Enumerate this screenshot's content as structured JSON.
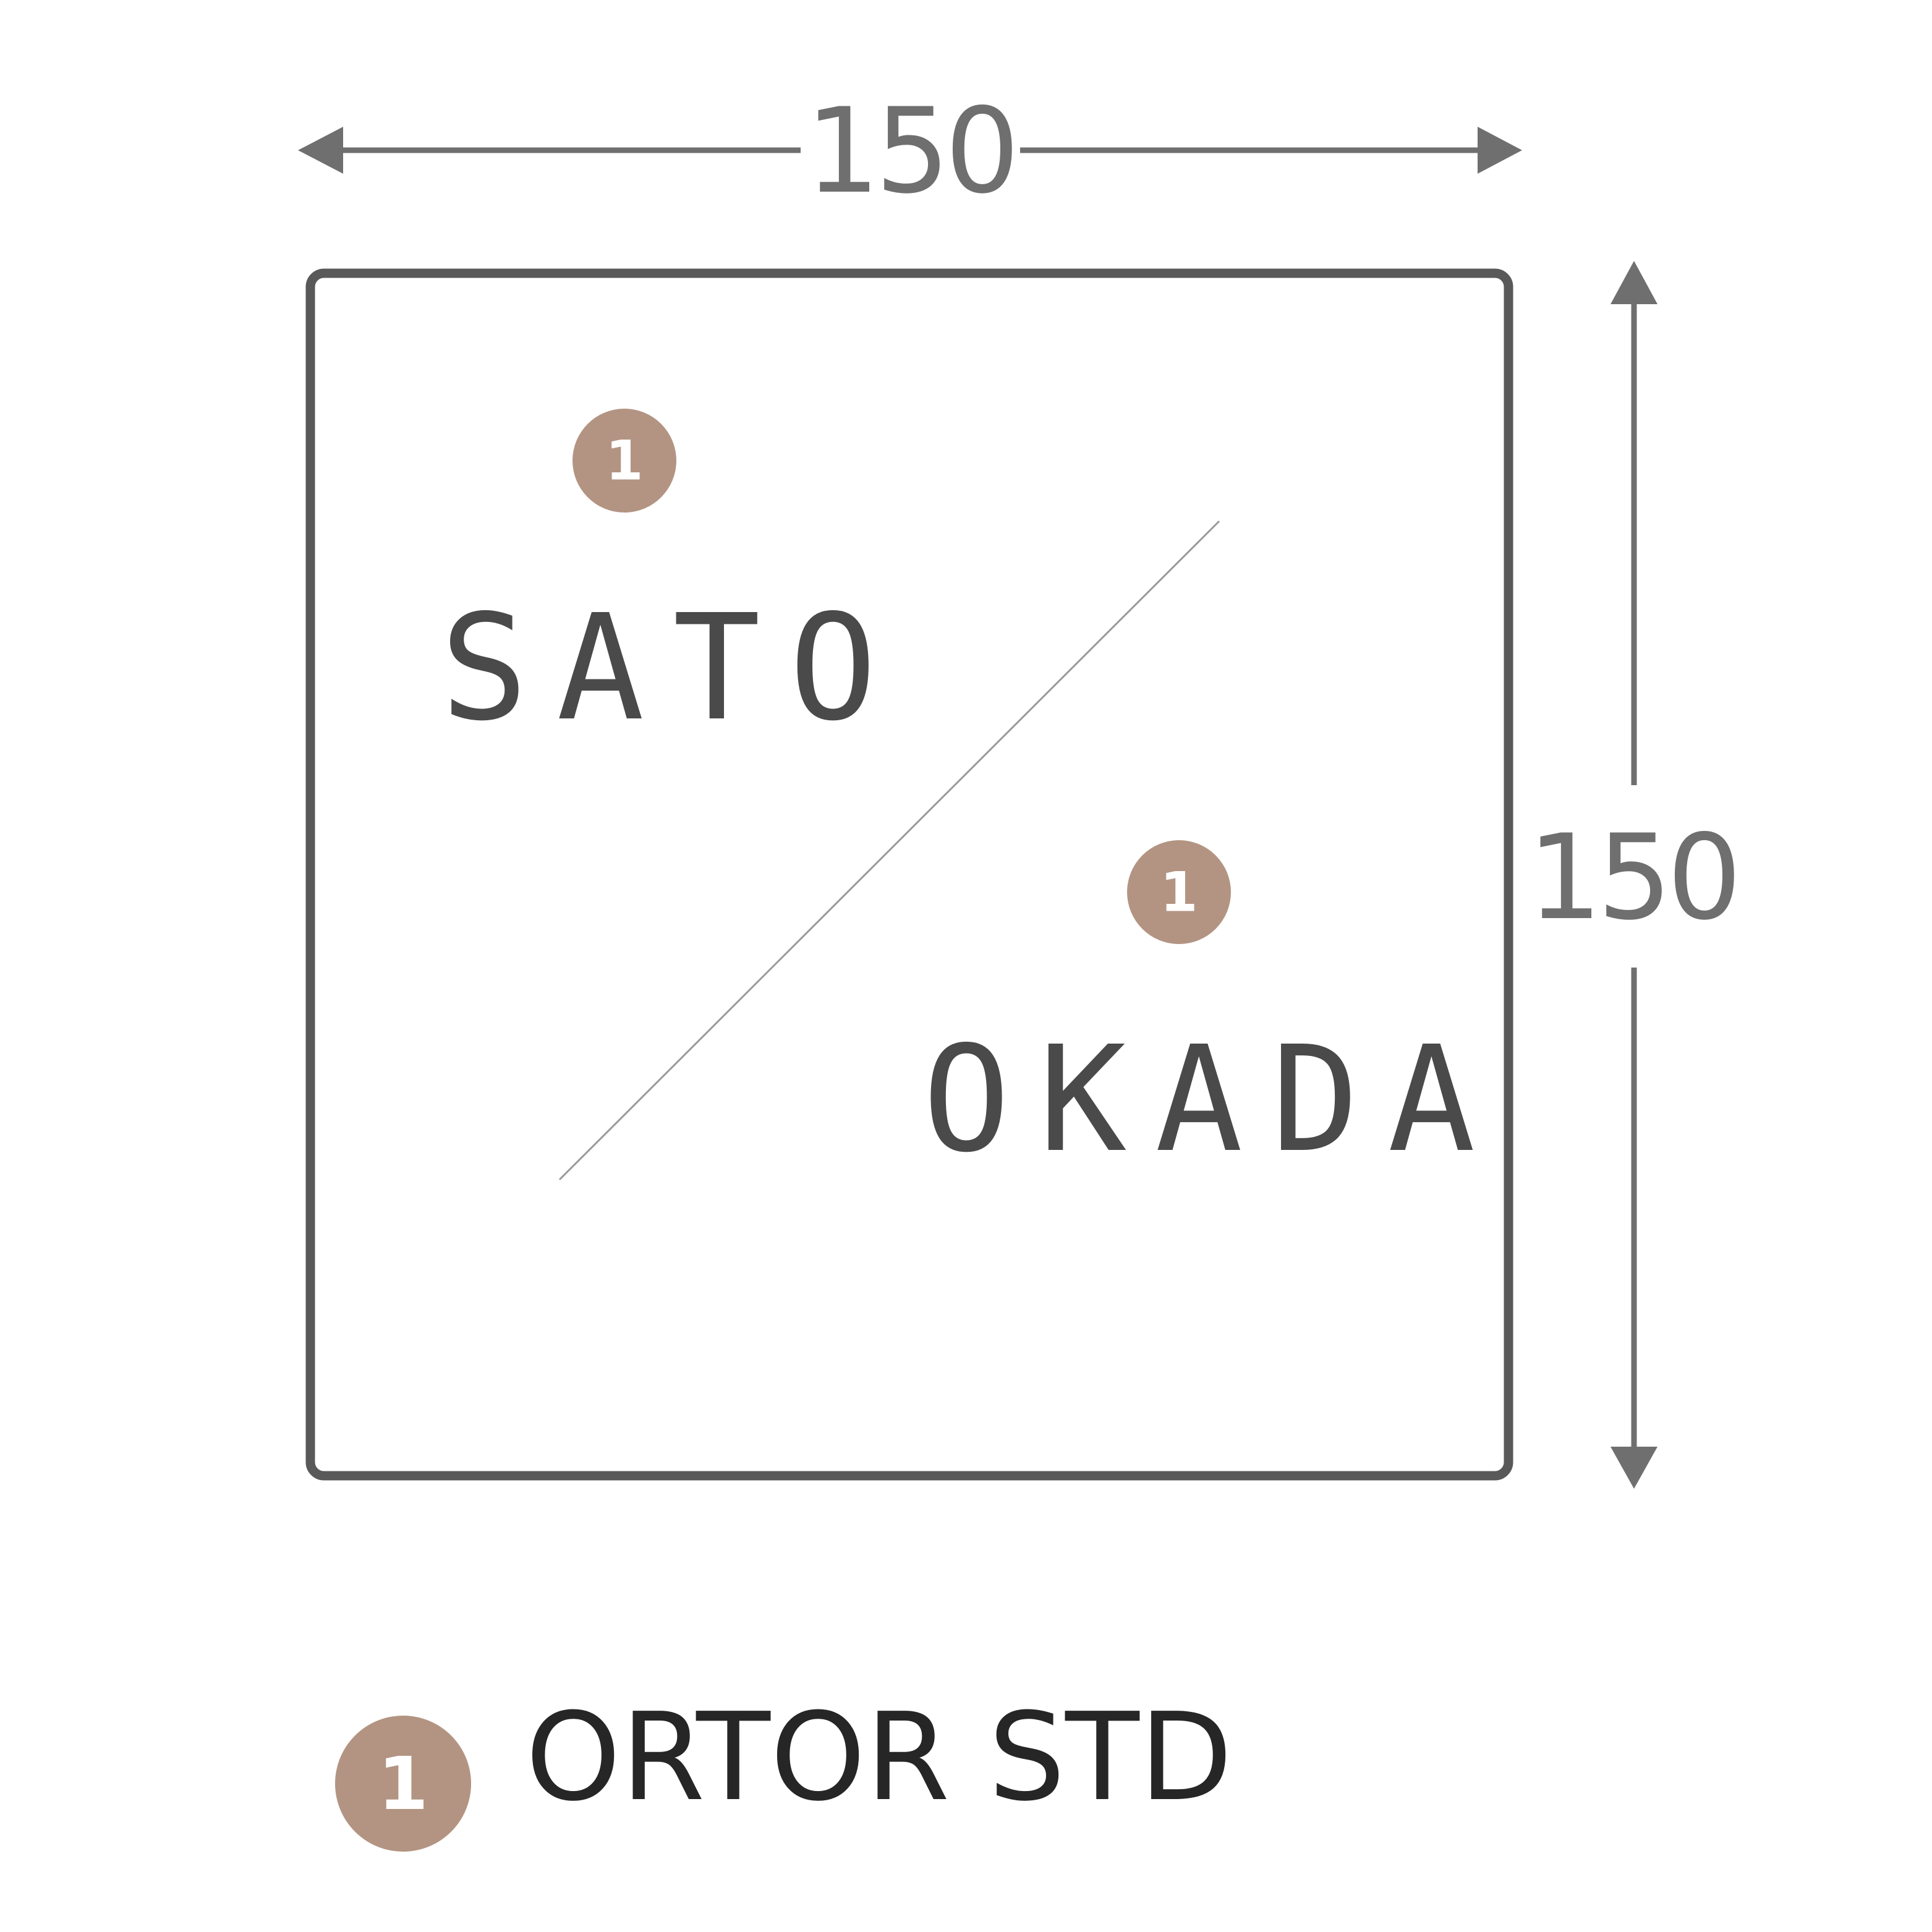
{
  "dimensions": {
    "width_label": "150",
    "height_label": "150"
  },
  "plate": {
    "names": [
      "SATO",
      "OKADA"
    ],
    "font_marker": "1"
  },
  "legend": {
    "marker": "1",
    "label": "ORTOR STD"
  },
  "colors": {
    "badge": "#b39482",
    "outline": "#595959",
    "dimension": "#6f6f6f",
    "text": "#4a4a4a"
  },
  "icons": {
    "dimension_arrow": "arrow-icon",
    "badge": "numbered-circle-icon"
  }
}
